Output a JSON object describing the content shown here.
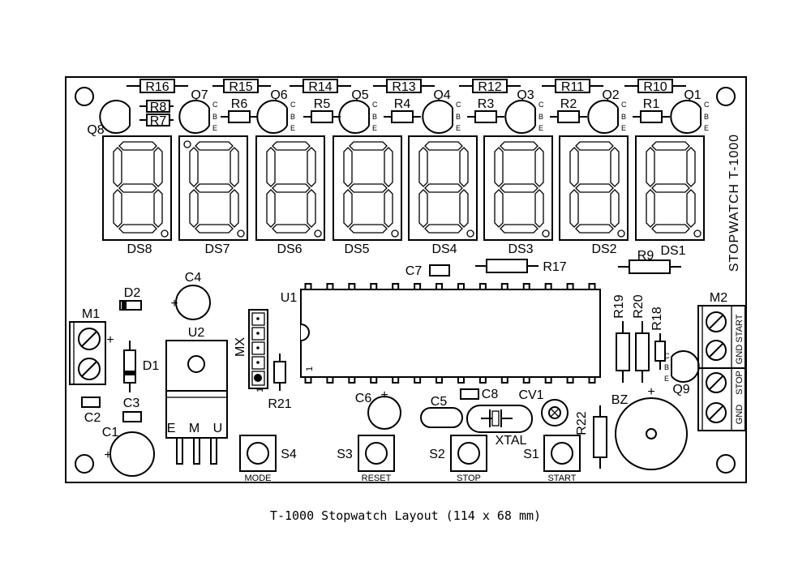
{
  "board": {
    "title": "STOPWATCH T-1000",
    "caption": "T-1000 Stopwatch Layout (114 x 68 mm)"
  },
  "top_resistors": [
    "R16",
    "R15",
    "R14",
    "R13",
    "R12",
    "R11",
    "R10"
  ],
  "base_resistors": [
    "R8",
    "R7",
    "R6",
    "R5",
    "R4",
    "R3",
    "R2",
    "R1"
  ],
  "transistors": [
    "Q8",
    "Q7",
    "Q6",
    "Q5",
    "Q4",
    "Q3",
    "Q2",
    "Q1"
  ],
  "pin_letters": {
    "b": "B",
    "c": "C",
    "e": "E"
  },
  "displays": [
    "DS8",
    "DS7",
    "DS6",
    "DS5",
    "DS4",
    "DS3",
    "DS2",
    "DS1"
  ],
  "parts": {
    "c7": "C7",
    "r17": "R17",
    "r9": "R9",
    "u1": "U1",
    "u1_pin": "1",
    "c4": "C4",
    "d2": "D2",
    "m1": "M1",
    "d1": "D1",
    "u2": "U2",
    "u2_pins": "E M U",
    "c2": "C2",
    "c3": "C3",
    "c1": "C1",
    "mx": "MX",
    "mx_pin": "1",
    "r21": "R21",
    "c6": "C6",
    "c5": "C5",
    "c8": "C8",
    "cv1": "CV1",
    "xtal": "XTAL",
    "r19": "R19",
    "r20": "R20",
    "r18": "R18",
    "m2": "M2",
    "q9": "Q9",
    "bz": "BZ",
    "r22": "R22",
    "plus": "+"
  },
  "terminals": {
    "start": "START",
    "gnd": "GND",
    "stop": "STOP",
    "m1_plus": "+"
  },
  "buttons": [
    {
      "ref": "S4",
      "label": "MODE"
    },
    {
      "ref": "S3",
      "label": "RESET"
    },
    {
      "ref": "S2",
      "label": "STOP"
    },
    {
      "ref": "S1",
      "label": "START"
    }
  ]
}
